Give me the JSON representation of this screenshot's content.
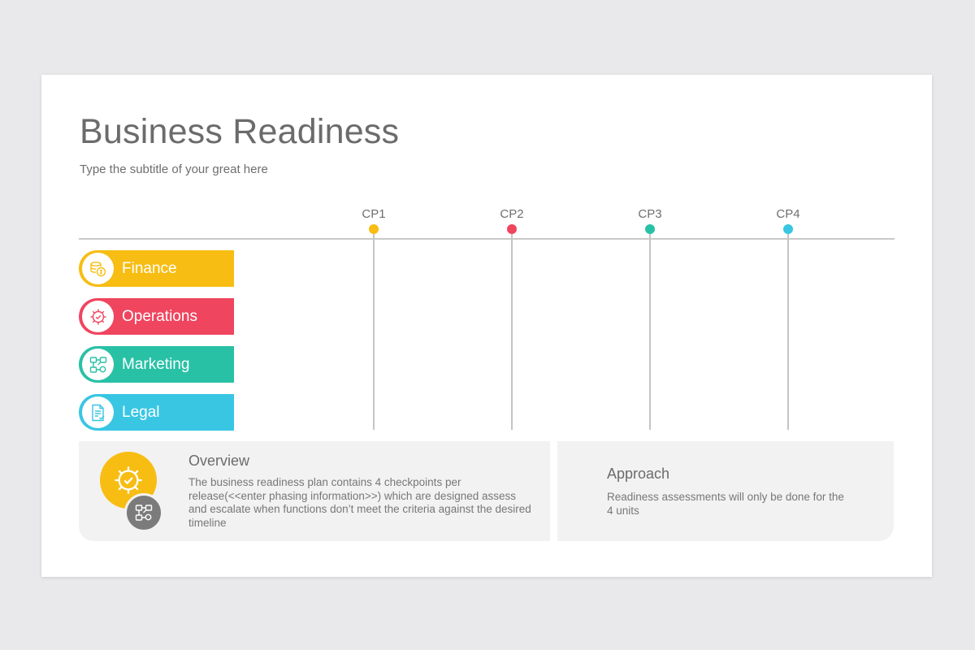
{
  "slide": {
    "title": "Business Readiness",
    "subtitle": "Type the subtitle of your great here"
  },
  "checkpoints": [
    {
      "label": "CP1",
      "color": "#f7bd13"
    },
    {
      "label": "CP2",
      "color": "#f0455f"
    },
    {
      "label": "CP3",
      "color": "#29c1a6"
    },
    {
      "label": "CP4",
      "color": "#38c6e3"
    }
  ],
  "units": [
    {
      "label": "Finance",
      "color": "#f7bd13",
      "icon": "coins-icon"
    },
    {
      "label": "Operations",
      "color": "#f0455f",
      "icon": "gear-check-icon"
    },
    {
      "label": "Marketing",
      "color": "#29c1a6",
      "icon": "network-icon"
    },
    {
      "label": "Legal",
      "color": "#38c6e3",
      "icon": "document-icon"
    }
  ],
  "overview": {
    "heading": "Overview",
    "body": "The business readiness plan contains 4 checkpoints per release(<<enter phasing information>>) which are designed assess and escalate when functions don’t meet the criteria against the desired timeline",
    "icons": [
      "gear-check-icon",
      "network-icon"
    ]
  },
  "approach": {
    "heading": "Approach",
    "body": "Readiness assessments will only be done for the 4 units"
  }
}
